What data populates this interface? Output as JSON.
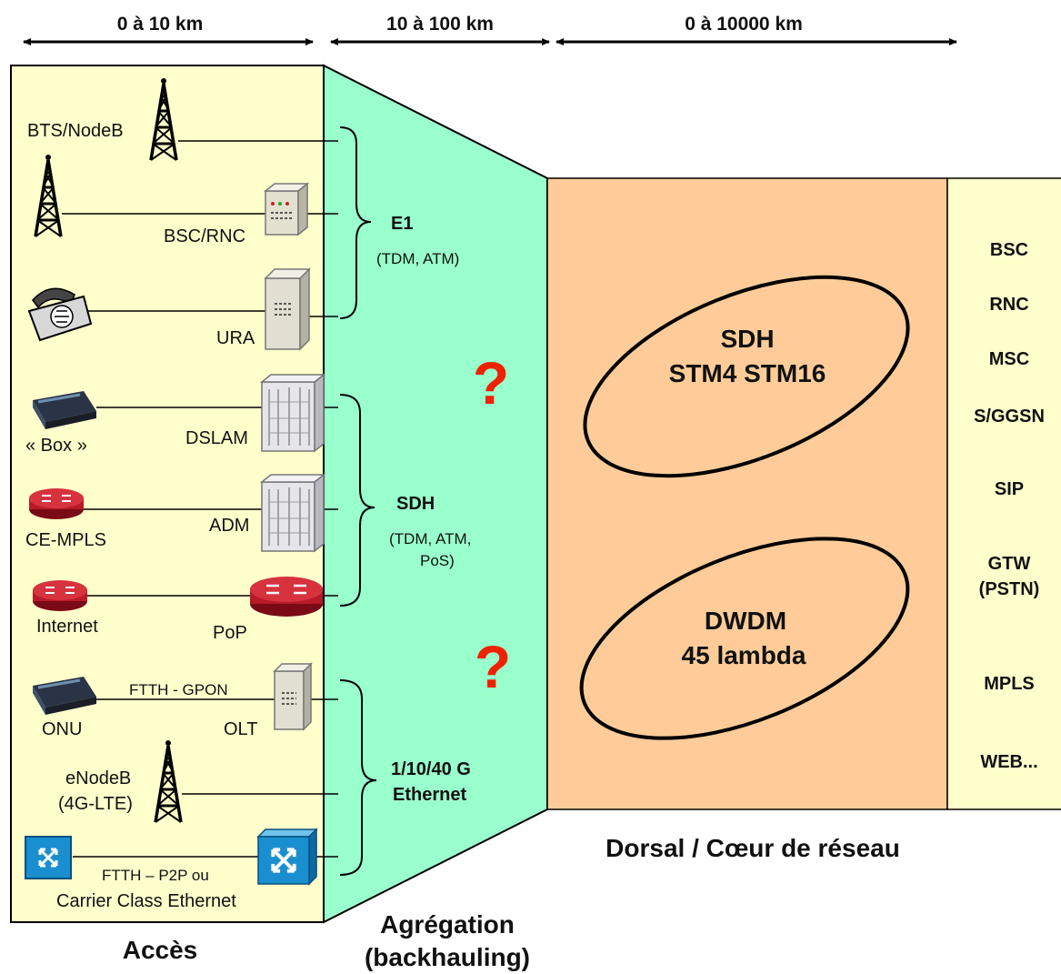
{
  "distances": {
    "acces": "0 à 10 km",
    "aggregation": "10 à 100 km",
    "core": "0 à 10000 km"
  },
  "access": {
    "title": "Accès",
    "labels": {
      "bts": "BTS/NodeB",
      "bsc_rnc": "BSC/RNC",
      "ura": "URA",
      "dslam": "DSLAM",
      "box": "« Box »",
      "adm": "ADM",
      "ce_mpls": "CE-MPLS",
      "internet": "Internet",
      "pop": "PoP",
      "ftth_gpon": "FTTH - GPON",
      "onu": "ONU",
      "olt": "OLT",
      "enodeb_line1": "eNodeB",
      "enodeb_line2": "(4G-LTE)",
      "ftth_p2p_line1": "FTTH – P2P ou",
      "ftth_p2p_line2": "Carrier Class Ethernet"
    }
  },
  "aggregation": {
    "title_line1": "Agrégation",
    "title_line2": "(backhauling)",
    "groups": {
      "e1_title": "E1",
      "e1_sub": "(TDM, ATM)",
      "sdh_title": "SDH",
      "sdh_sub_line1": "(TDM, ATM,",
      "sdh_sub_line2": "PoS)",
      "eth_line1": "1/10/40 G",
      "eth_line2": "Ethernet"
    },
    "question_mark": "?"
  },
  "core": {
    "title": "Dorsal / Cœur de réseau",
    "sdh_line1": "SDH",
    "sdh_line2": "STM4 STM16",
    "dwdm_line1": "DWDM",
    "dwdm_line2": "45 lambda"
  },
  "services": {
    "items": [
      "BSC",
      "RNC",
      "MSC",
      "S/GGSN",
      "SIP"
    ],
    "gtw_line1": "GTW",
    "gtw_line2": "(PSTN)",
    "mpls": "MPLS",
    "web": "WEB..."
  },
  "colors": {
    "access_bg": "#ffffcc",
    "aggregation_bg": "#99ffcc",
    "core_bg": "#ffcc99",
    "services_bg": "#ffffcc",
    "question_mark": "#ee2200",
    "router_red": "#cc2030",
    "switch_blue": "#1a8fd0"
  }
}
